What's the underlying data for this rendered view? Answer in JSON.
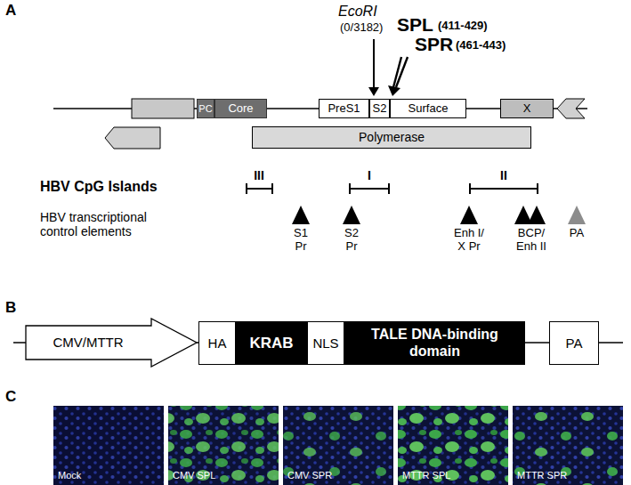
{
  "diagram": {
    "nodes": [
      {
        "text": [
          "PC"
        ]
      },
      {
        "text": [
          "Core"
        ]
      },
      {
        "text": [
          "PreS1"
        ]
      },
      {
        "text": [
          "S2"
        ]
      },
      {
        "text": [
          "Surface"
        ]
      },
      {
        "text": [
          "X"
        ]
      },
      {
        "text": [
          "Polymerase"
        ]
      },
      {
        "text": [
          "CMV/MTTR"
        ]
      },
      {
        "text": [
          "HA"
        ]
      },
      {
        "text": [
          "KRAB"
        ]
      },
      {
        "text": [
          "NLS"
        ]
      },
      {
        "text": [
          "TALE DNA-binding domain"
        ]
      },
      {
        "text": [
          "PA"
        ]
      },
      {
        "text": [
          "Mock"
        ]
      },
      {
        "text": [
          "CMV SPL"
        ]
      },
      {
        "text": [
          "CMV SPR"
        ]
      },
      {
        "text": [
          "MTTR SPL"
        ]
      },
      {
        "text": [
          "MTTR SPR"
        ]
      }
    ],
    "labels": [
      "A",
      "EcoRI",
      "(0/3182)",
      "SPL",
      "(411-429)",
      "SPR",
      "(461-443)",
      "HBV CpG Islands",
      "III",
      "I",
      "II",
      "HBV transcriptional control elements",
      "S1 Pr",
      "S2 Pr",
      "Enh I/ X Pr",
      "BCP/ Enh II",
      "PA",
      "B",
      "C"
    ]
  }
}
